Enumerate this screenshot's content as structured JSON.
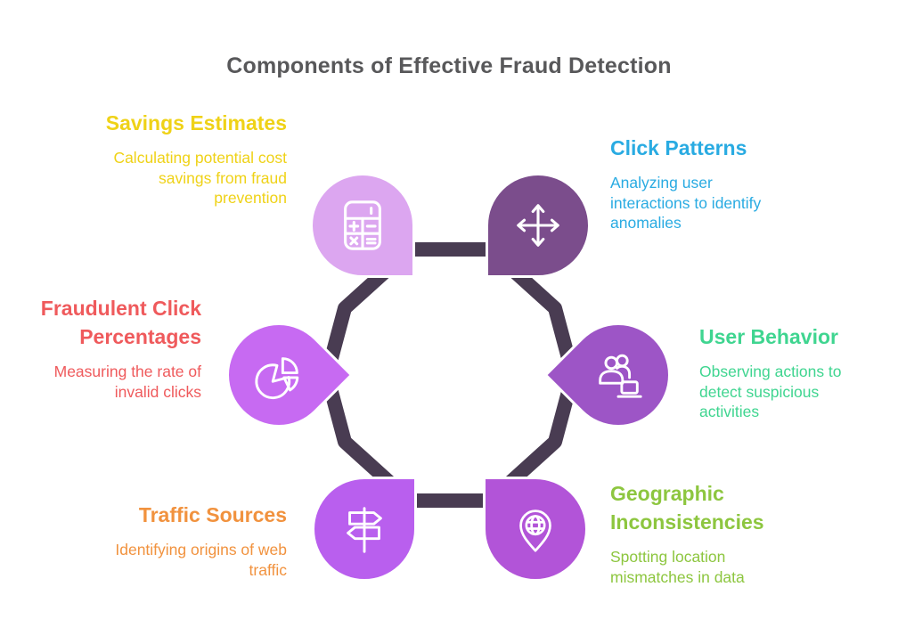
{
  "title": "Components of Effective Fraud Detection",
  "colors": {
    "background": "#ffffff",
    "title_text": "#58585A",
    "center_shape": "#493C52",
    "icon_stroke": "#ffffff"
  },
  "center": {
    "icon": "fingerprint-hook-icon"
  },
  "nodes": [
    {
      "id": "savings-estimates",
      "label": "Savings Estimates",
      "description": "Calculating potential cost savings from fraud prevention",
      "icon": "calculator-icon",
      "bubble_color": "#DCA6F0",
      "text_color": "#EFD217",
      "position": "top-left"
    },
    {
      "id": "click-patterns",
      "label": "Click Patterns",
      "description": "Analyzing user interactions to identify anomalies",
      "icon": "move-arrows-icon",
      "bubble_color": "#7B4D8C",
      "text_color": "#29ABE2",
      "position": "top-right"
    },
    {
      "id": "fraudulent-click-percentages",
      "label": "Fraudulent Click Percentages",
      "description": "Measuring the rate of invalid clicks",
      "icon": "pie-chart-icon",
      "bubble_color": "#C76AF2",
      "text_color": "#EF5A5C",
      "position": "left"
    },
    {
      "id": "user-behavior",
      "label": "User Behavior",
      "description": "Observing actions to detect suspicious activities",
      "icon": "users-laptop-icon",
      "bubble_color": "#9D55C6",
      "text_color": "#3FD590",
      "position": "right"
    },
    {
      "id": "traffic-sources",
      "label": "Traffic Sources",
      "description": "Identifying origins of web traffic",
      "icon": "signpost-icon",
      "bubble_color": "#B95FEE",
      "text_color": "#F1923E",
      "position": "bottom-left"
    },
    {
      "id": "geographic-inconsistencies",
      "label": "Geographic Inconsistencies",
      "description": "Spotting location mismatches in data",
      "icon": "globe-pin-icon",
      "bubble_color": "#B254D8",
      "text_color": "#8DC63F",
      "position": "bottom-right"
    }
  ]
}
